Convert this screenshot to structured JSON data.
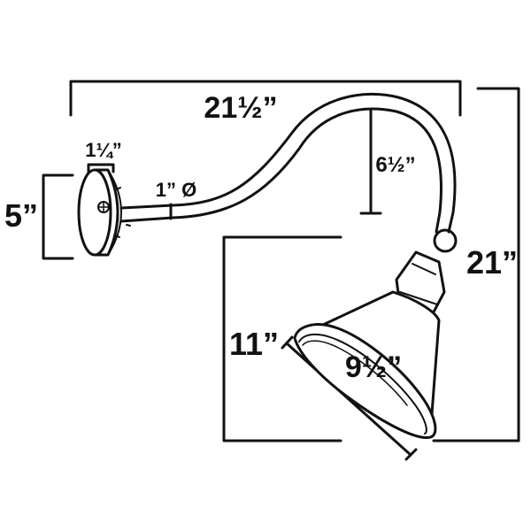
{
  "dimensions": {
    "overall_reach": "21½”",
    "arm_rise": "6½”",
    "overall_height": "21”",
    "shade_height": "11”",
    "shade_diameter": "9½”",
    "backplate_height": "5”",
    "backplate_depth": "1¼”",
    "arm_diameter": "1” Ø"
  },
  "colors": {
    "line": "#111111",
    "background": "#ffffff"
  }
}
